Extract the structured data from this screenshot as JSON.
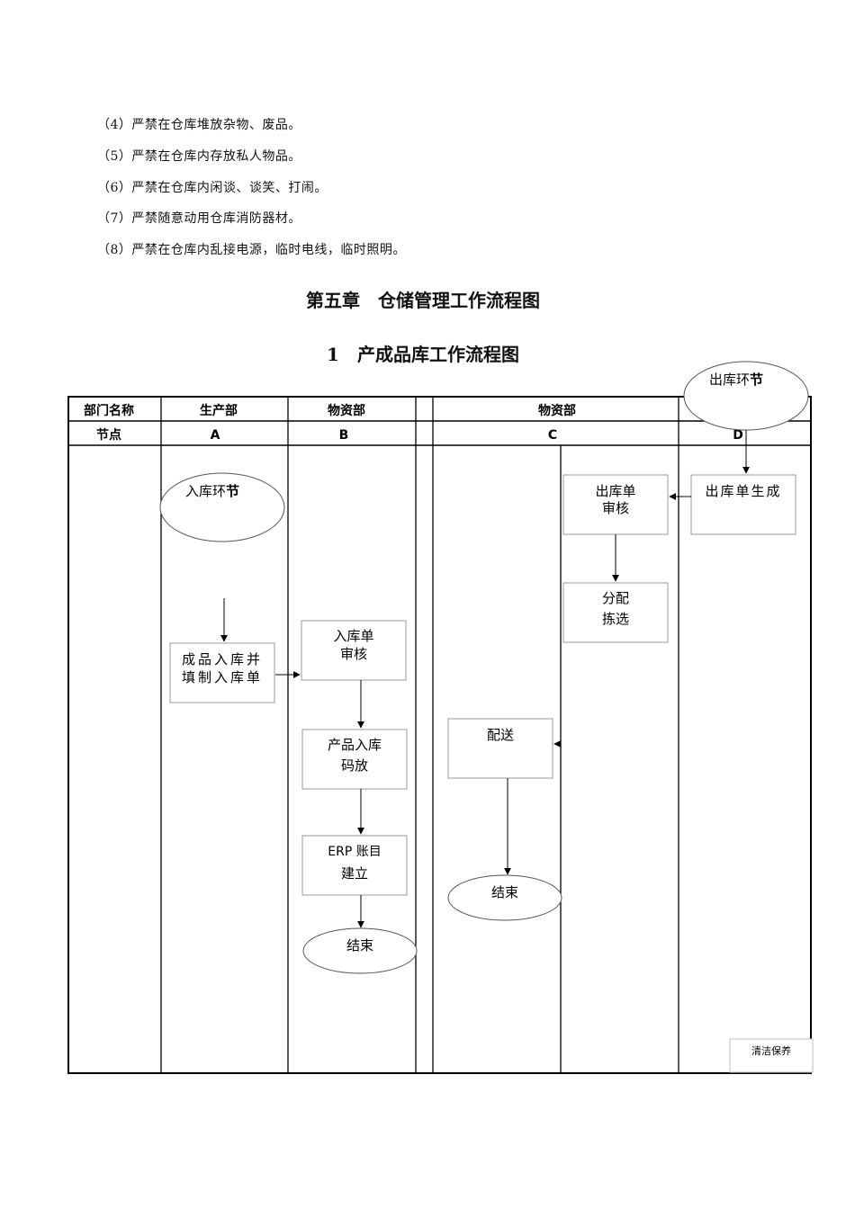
{
  "rules": [
    "（4）严禁在仓库堆放杂物、废品。",
    "（5）严禁在仓库内存放私人物品。",
    "（6）严禁在仓库内闲谈、谈笑、打闹。",
    "（7）严禁随意动用仓库消防器材。",
    "（8）严禁在仓库内乱接电源，临时电线，临时照明。"
  ],
  "chapter_title": "第五章　仓储管理工作流程图",
  "section_title": "1　产成品库工作流程图",
  "flowchart": {
    "header_row1": {
      "dept_label": "部门名称",
      "col_a": "生产部",
      "col_b": "物资部",
      "col_c": "物资部"
    },
    "header_row2": {
      "node_label": "节点",
      "a": "A",
      "b": "B",
      "c": "C",
      "d": "D"
    },
    "outbound_start": {
      "text": "出库环节",
      "bold_char": "节"
    },
    "inbound_start": {
      "text": "入库环节",
      "bold_char": "节"
    },
    "nodes": {
      "a_register": [
        "成品入库并",
        "填制入库单"
      ],
      "b_review": [
        "入库单",
        "审核"
      ],
      "b_stack": [
        "产品入库",
        "码放"
      ],
      "b_erp": [
        "ERP 账目",
        "建立"
      ],
      "b_end": "结束",
      "c_review": [
        "出库单",
        "审核"
      ],
      "c_pick": [
        "分配",
        "拣选"
      ],
      "c_deliver": "配送",
      "c_end": "结束",
      "d_generate": "出库单生成"
    },
    "corner_note": "清洁保养"
  }
}
